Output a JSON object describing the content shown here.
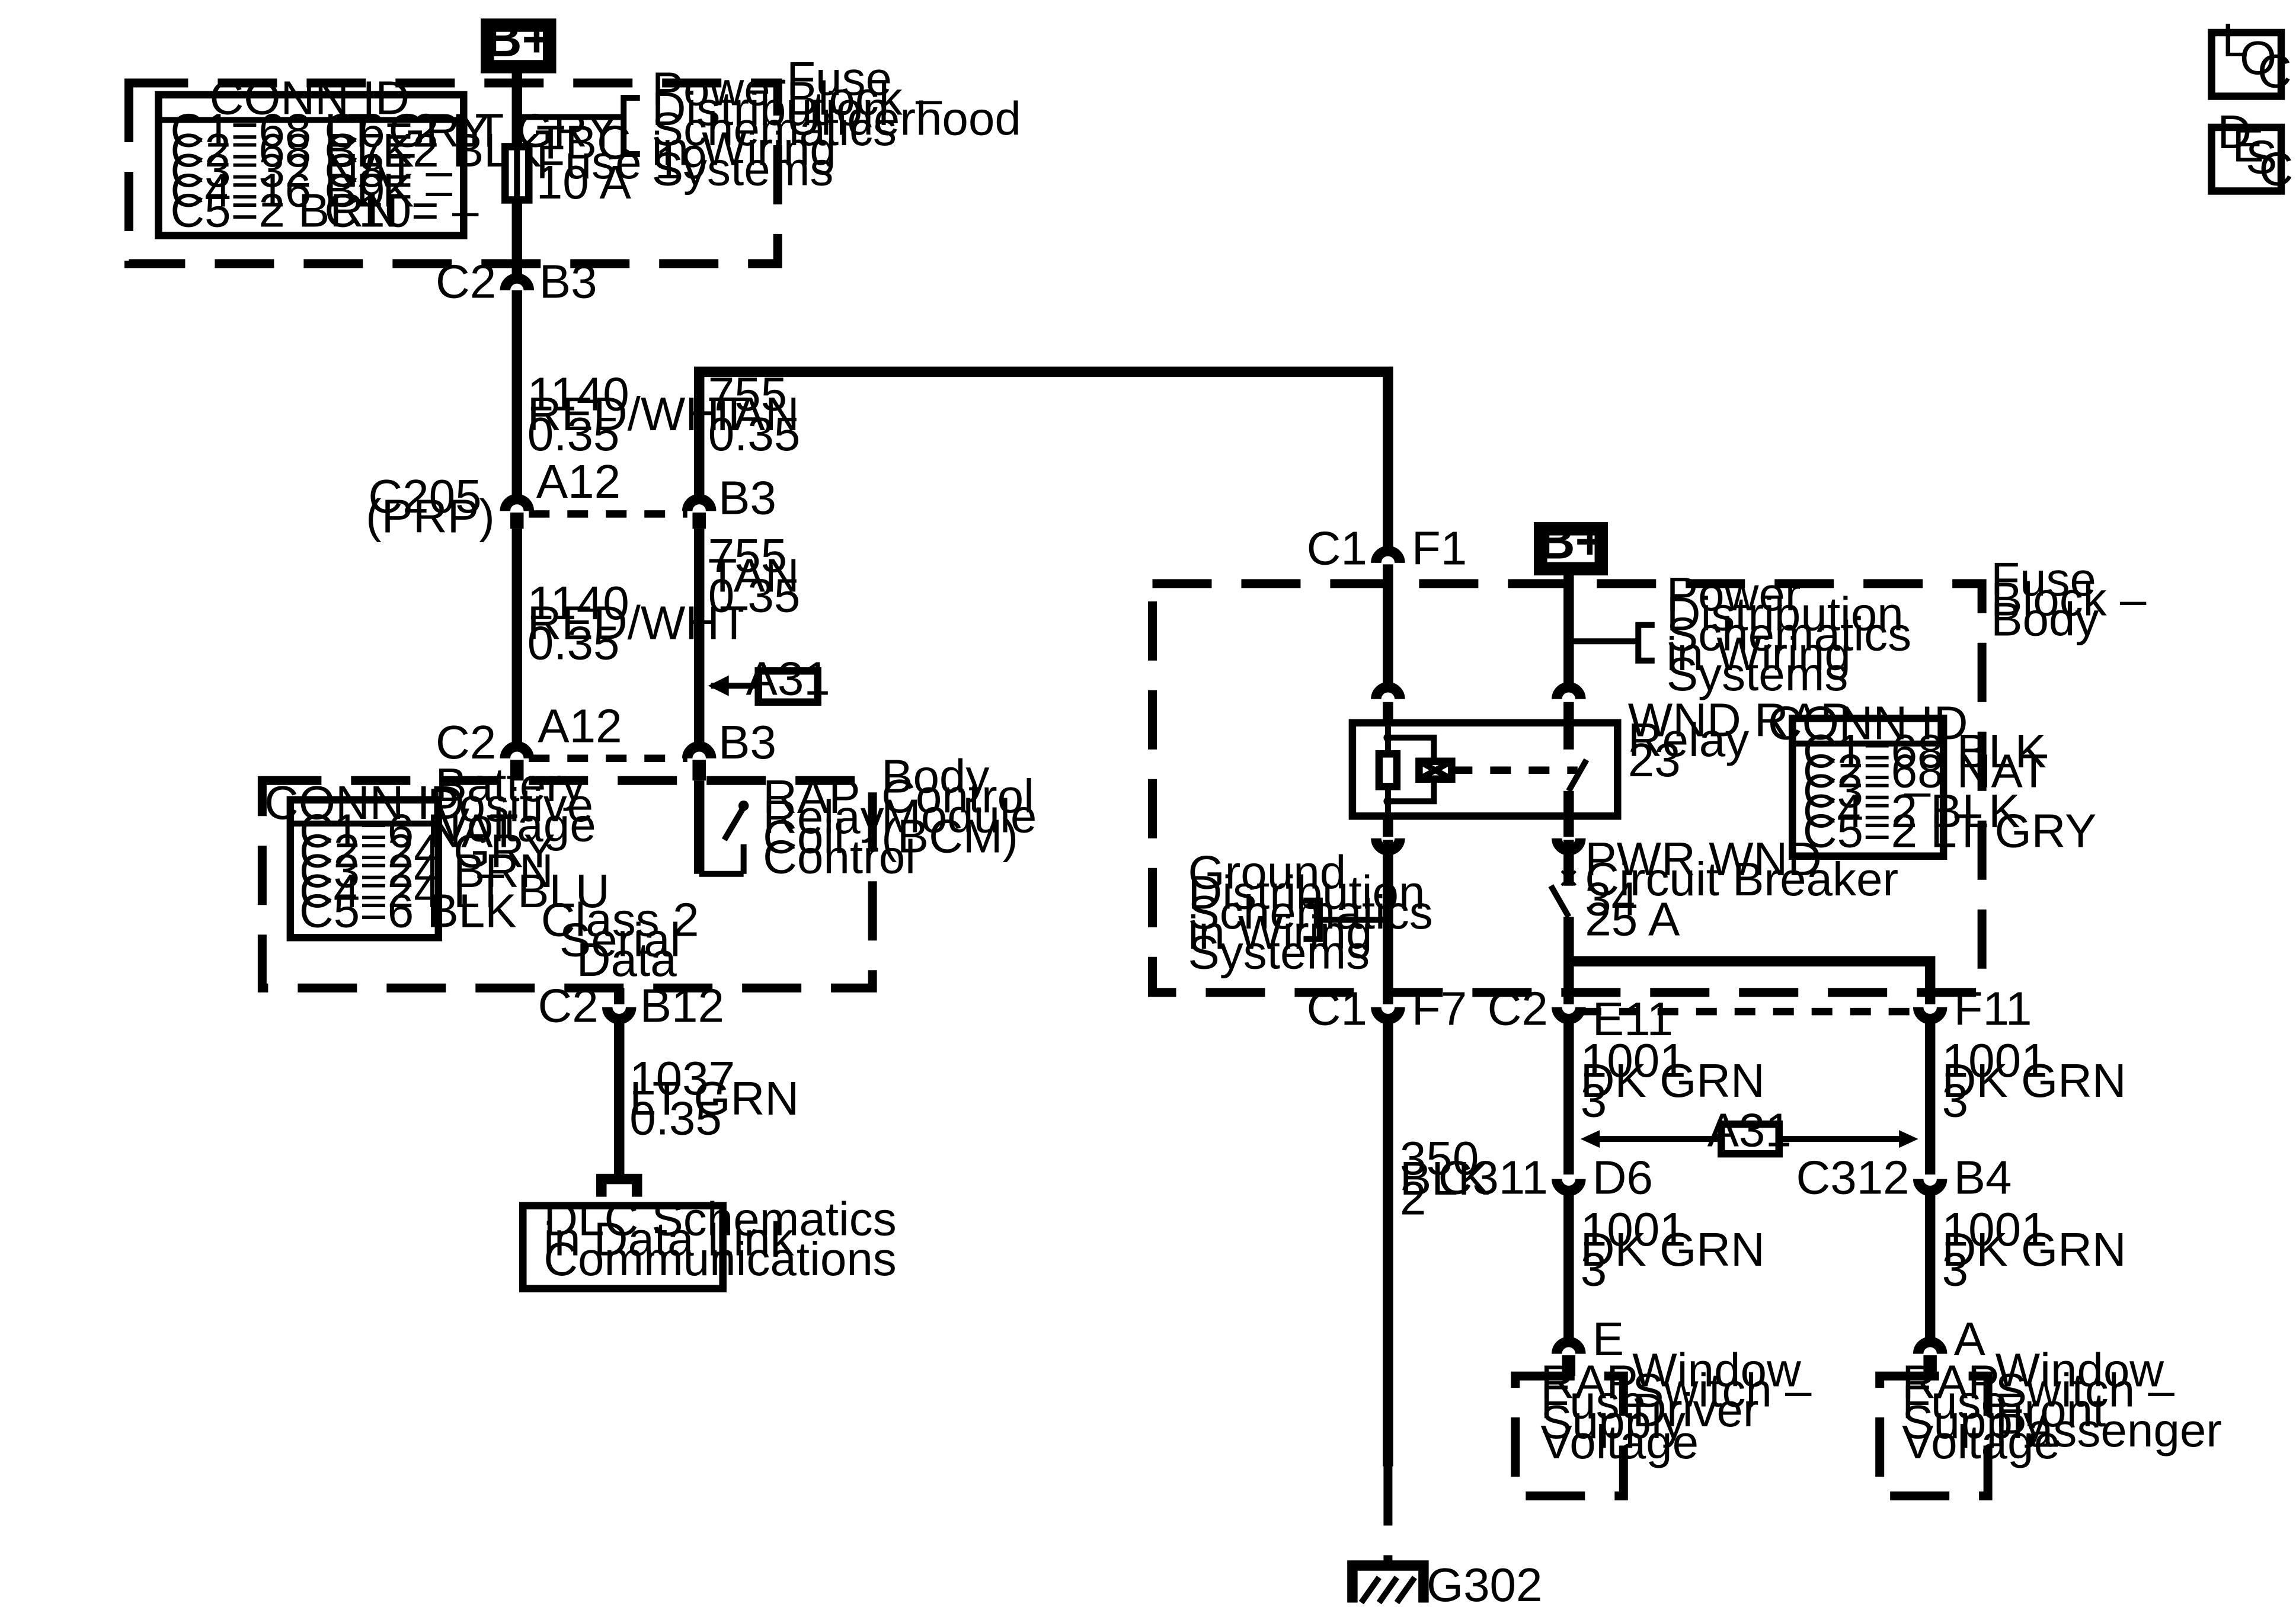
{
  "diagram": {
    "b_plus": "B+",
    "loc_icon_letters": [
      "L",
      "O",
      "C"
    ],
    "desc_icon_letters": [
      "D",
      "E",
      "S",
      "C"
    ],
    "fuse_block_underhood": {
      "title": [
        "Fuse",
        "Block –",
        "Underhood"
      ],
      "conn_id": {
        "title": "CONN ID",
        "left": [
          "C1=68 LT GRY",
          "C2=68 BLK",
          "C3=32 NAT",
          "C4=16 BLK",
          "C5=2 BRN"
        ],
        "right": [
          "C6=2 LT GRY",
          "C7=2 BLK",
          "C8= –",
          "C9= –",
          "C10= –"
        ]
      },
      "fuse": [
        "TBC",
        "Fuse 19",
        "10 A"
      ],
      "power_ref": [
        "Power",
        "Distribution",
        "Schematics",
        "in Wiring",
        "Systems"
      ]
    },
    "conn_c2_b3_top": {
      "left": "C2",
      "right": "B3"
    },
    "wire_1140_upper": [
      "1140",
      "RED/WHT",
      "0.35"
    ],
    "wire_755_upper": [
      "755",
      "TAN",
      "0.35"
    ],
    "c205": {
      "name": [
        "C205",
        "(PRP)"
      ],
      "pin_a": "A12",
      "pin_b": "B3"
    },
    "wire_1140_lower": [
      "1140",
      "RED/WHT",
      "0.35"
    ],
    "wire_755_lower": [
      "755",
      "TAN",
      "0.35"
    ],
    "a31": "A31",
    "bcm_conn": {
      "left": "C2",
      "pin_a": "A12",
      "pin_b": "B3"
    },
    "bcm": {
      "title": [
        "Body",
        "Control",
        "Module",
        "(BCM)"
      ],
      "battery": [
        "Battery",
        "Positive",
        "Voltage"
      ],
      "rap": [
        "RAP",
        "Relay",
        "Coil",
        "Control"
      ],
      "conn_id": {
        "title": "CONN ID",
        "items": [
          "C1=6 NAT",
          "C2=24 GRY",
          "C3=24 BRN",
          "C4=24 LT BLU",
          "C5=6 BLK"
        ]
      },
      "class2": [
        "Class 2",
        "Serial",
        "Data"
      ]
    },
    "conn_c2_b12": {
      "left": "C2",
      "right": "B12"
    },
    "wire_1037": [
      "1037",
      "LT GRN",
      "0.35"
    ],
    "dlc": [
      "DLC Schematics",
      "in Data Link",
      "Communications"
    ],
    "conn_c1_f1": {
      "left": "C1",
      "right": "F1"
    },
    "fuse_block_body": {
      "title": [
        "Fuse",
        "Block –",
        "Body"
      ],
      "power_ref": [
        "Power",
        "Distribution",
        "Schematics",
        "in Wiring",
        "Systems"
      ],
      "relay": [
        "WND RAP",
        "Relay",
        "23"
      ],
      "breaker": [
        "PWR WND",
        "Circuit Breaker",
        "34",
        "25 A"
      ],
      "ground_ref": [
        "Ground",
        "Distribution",
        "Schematics",
        "in Wiring",
        "Systems"
      ],
      "conn_id": {
        "title": "CONN ID",
        "items": [
          "C1=68 BLK",
          "C2=68 NAT",
          "C3= –",
          "C4=2 BLK",
          "C5=2 LT GRY"
        ]
      }
    },
    "conn_c1_f7": {
      "left": "C1",
      "right": "F7"
    },
    "conn_c2_e11": {
      "left": "C2",
      "right": "E11"
    },
    "conn_f11": "F11",
    "wire_350": [
      "350",
      "BLK",
      "2"
    ],
    "wire_1001_a": [
      "1001",
      "DK GRN",
      "3"
    ],
    "wire_1001_b": [
      "1001",
      "DK GRN",
      "3"
    ],
    "wire_1001_c": [
      "1001",
      "DK GRN",
      "3"
    ],
    "wire_1001_d": [
      "1001",
      "DK GRN",
      "3"
    ],
    "c311": {
      "left": "C311",
      "right": "D6"
    },
    "c312": {
      "left": "C312",
      "right": "B4"
    },
    "driver_pin": "E",
    "pass_pin": "A",
    "driver_switch": {
      "box": [
        "RAP",
        "Fuse",
        "Supply",
        "Voltage"
      ],
      "name": [
        "Window",
        "Switch –",
        "Driver"
      ]
    },
    "pass_switch": {
      "box": [
        "RAP",
        "Fuse",
        "Supply",
        "Voltage"
      ],
      "name": [
        "Window",
        "Switch –",
        "Front",
        "Passenger"
      ]
    },
    "ground": "G302"
  }
}
